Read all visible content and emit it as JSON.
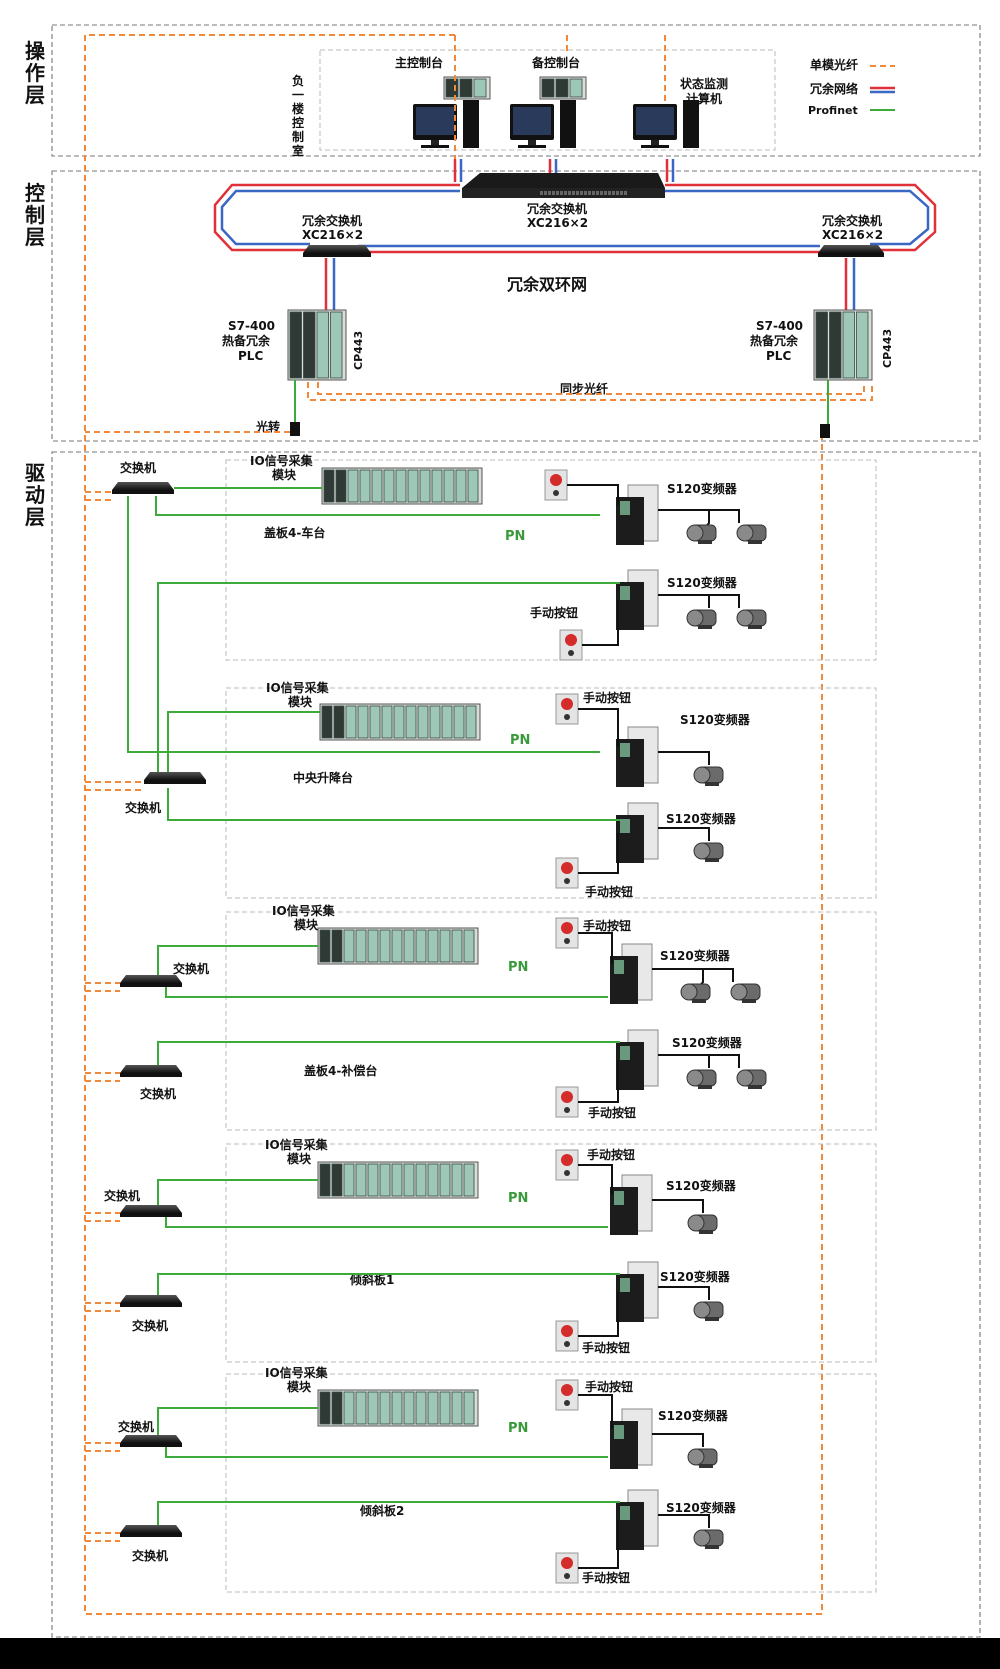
{
  "layers": {
    "operation": "操作层",
    "control": "控制层",
    "drive": "驱动层"
  },
  "operation": {
    "room_label": "负一楼控制室",
    "main_console": "主控制台",
    "backup_console": "备控制台",
    "monitor_pc": [
      "状态监测",
      "计算机"
    ]
  },
  "legend": {
    "fiber": "单模光纤",
    "redundant": "冗余网络",
    "profinet": "Profinet",
    "colors": {
      "fiber": "#f08a3a",
      "red": "#e0303a",
      "blue": "#3a66c4",
      "green": "#3cab3c"
    }
  },
  "control": {
    "center_switch": [
      "冗余交换机",
      "XC216×2"
    ],
    "left_switch": [
      "冗余交换机",
      "XC216×2"
    ],
    "right_switch": [
      "冗余交换机",
      "XC216×2"
    ],
    "ring_label": "冗余双环网",
    "left_plc": [
      "S7-400",
      "热备冗余",
      "PLC"
    ],
    "right_plc": [
      "S7-400",
      "热备冗余",
      "PLC"
    ],
    "cp": "CP443",
    "sync_fiber": "同步光纤",
    "optical_converter": "光转"
  },
  "drive": {
    "switch_label": "交换机",
    "io_module": [
      "IO信号采集",
      "模块"
    ],
    "pn": "PN",
    "manual_button": "手动按钮",
    "vfd": "S120变频器",
    "groups": [
      {
        "name": "盖板4-车台"
      },
      {
        "name": "中央升降台"
      },
      {
        "name": "盖板4-补偿台"
      },
      {
        "name": "倾斜板1"
      },
      {
        "name": "倾斜板2"
      }
    ]
  }
}
